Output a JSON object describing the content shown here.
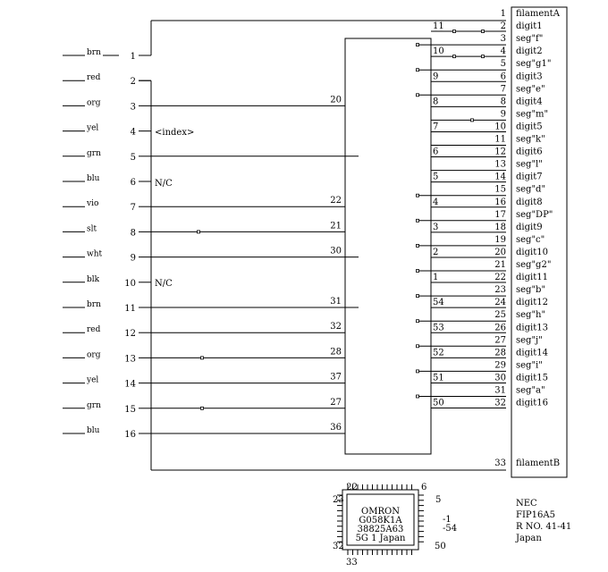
{
  "connector": {
    "pins": [
      {
        "num": "1",
        "wire": "brn"
      },
      {
        "num": "2",
        "wire": "red"
      },
      {
        "num": "3",
        "wire": "org"
      },
      {
        "num": "4",
        "wire": "yel"
      },
      {
        "num": "5",
        "wire": "grn"
      },
      {
        "num": "6",
        "wire": "blu"
      },
      {
        "num": "7",
        "wire": "vio"
      },
      {
        "num": "8",
        "wire": "slt"
      },
      {
        "num": "9",
        "wire": "wht"
      },
      {
        "num": "10",
        "wire": "blk"
      },
      {
        "num": "11",
        "wire": "brn"
      },
      {
        "num": "12",
        "wire": "red"
      },
      {
        "num": "13",
        "wire": "org"
      },
      {
        "num": "14",
        "wire": "yel"
      },
      {
        "num": "15",
        "wire": "grn"
      },
      {
        "num": "16",
        "wire": "blu"
      }
    ],
    "notes": {
      "index": "<index>",
      "nc1": "N/C",
      "nc2": "N/C"
    }
  },
  "driver": {
    "left_pins": [
      "20",
      "22",
      "21",
      "30",
      "31",
      "32",
      "28",
      "37",
      "27",
      "36"
    ],
    "right_pins": [
      "11",
      "10",
      "9",
      "8",
      "7",
      "6",
      "5",
      "4",
      "3",
      "2",
      "1",
      "54",
      "53",
      "52",
      "51",
      "50"
    ]
  },
  "vfd": {
    "pins": [
      {
        "num": "1",
        "label": "filamentA"
      },
      {
        "num": "2",
        "label": "digit1"
      },
      {
        "num": "3",
        "label": "seg\"f\""
      },
      {
        "num": "4",
        "label": "digit2"
      },
      {
        "num": "5",
        "label": "seg\"g1\""
      },
      {
        "num": "6",
        "label": "digit3"
      },
      {
        "num": "7",
        "label": "seg\"e\""
      },
      {
        "num": "8",
        "label": "digit4"
      },
      {
        "num": "9",
        "label": "seg\"m\""
      },
      {
        "num": "10",
        "label": "digit5"
      },
      {
        "num": "11",
        "label": "seg\"k\""
      },
      {
        "num": "12",
        "label": "digit6"
      },
      {
        "num": "13",
        "label": "seg\"l\""
      },
      {
        "num": "14",
        "label": "digit7"
      },
      {
        "num": "15",
        "label": "seg\"d\""
      },
      {
        "num": "16",
        "label": "digit8"
      },
      {
        "num": "17",
        "label": "seg\"DP\""
      },
      {
        "num": "18",
        "label": "digit9"
      },
      {
        "num": "19",
        "label": "seg\"c\""
      },
      {
        "num": "20",
        "label": "digit10"
      },
      {
        "num": "21",
        "label": "seg\"g2\""
      },
      {
        "num": "22",
        "label": "digit11"
      },
      {
        "num": "23",
        "label": "seg\"b\""
      },
      {
        "num": "24",
        "label": "digit12"
      },
      {
        "num": "25",
        "label": "seg\"h\""
      },
      {
        "num": "26",
        "label": "digit13"
      },
      {
        "num": "27",
        "label": "seg\"j\""
      },
      {
        "num": "28",
        "label": "digit14"
      },
      {
        "num": "29",
        "label": "seg\"i\""
      },
      {
        "num": "30",
        "label": "digit15"
      },
      {
        "num": "31",
        "label": "seg\"a\""
      },
      {
        "num": "32",
        "label": "digit16"
      },
      {
        "num": "33",
        "label": "filamentB"
      }
    ],
    "info": [
      "NEC",
      "FIP16A5",
      "R  NO. 41-41",
      "Japan"
    ]
  },
  "ic": {
    "marking": [
      "OMRON",
      "G058K1A",
      "38825A63",
      "5G 1 Japan"
    ],
    "corner_pins": {
      "tl": "22",
      "tr": "6",
      "r1": "5",
      "r2": "-1",
      "r3": "-54",
      "bl1": "23",
      "bl2": "32",
      "bottom": "33",
      "br": "50"
    }
  }
}
